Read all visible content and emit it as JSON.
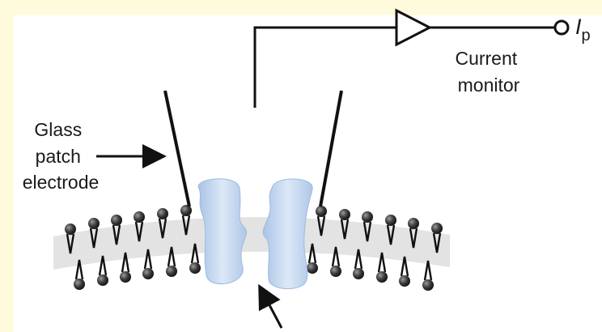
{
  "labels": {
    "current_monitor": [
      "Current",
      "monitor"
    ],
    "electrode": [
      "Glass",
      "patch",
      "electrode"
    ],
    "output_symbol": "I",
    "output_subscript": "p"
  },
  "colors": {
    "background": "#fdfbdc",
    "panel": "#ffffff",
    "membrane_band": "#e3e3e3",
    "lipid_head": "#2b2b2b",
    "channel_protein": "#c4d7ee",
    "line": "#111111"
  },
  "icons": [
    "amplifier-triangle-icon",
    "output-terminal-icon",
    "arrow-icon"
  ]
}
